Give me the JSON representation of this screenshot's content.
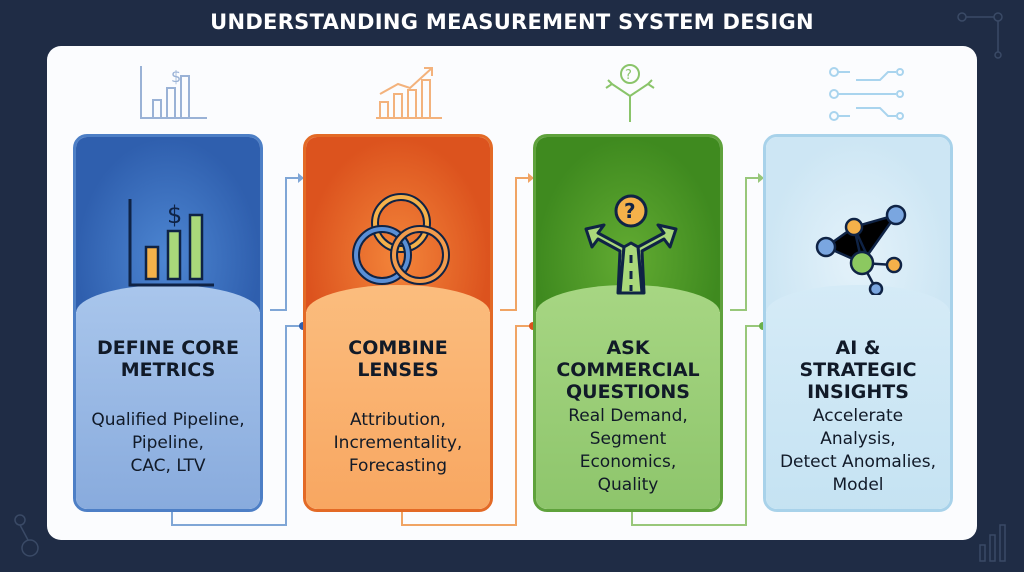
{
  "title": "UNDERSTANDING MEASUREMENT SYSTEM DESIGN",
  "cards": [
    {
      "heading": "DEFINE CORE METRICS",
      "heading_lines": [
        "DEFINE CORE",
        "METRICS"
      ],
      "desc_lines": [
        "Qualified Pipeline,",
        "Pipeline,",
        "CAC, LTV"
      ],
      "icon": "bar-chart-dollar-icon",
      "color": "#2f5fae"
    },
    {
      "heading": "COMBINE LENSES",
      "heading_lines": [
        "COMBINE",
        "LENSES"
      ],
      "desc_lines": [
        "Attribution,",
        "Incrementality,",
        "Forecasting"
      ],
      "icon": "interlocking-rings-icon",
      "color": "#dc531e"
    },
    {
      "heading": "ASK COMMERCIAL QUESTIONS",
      "heading_lines": [
        "ASK",
        "COMMERCIAL",
        "QUESTIONS"
      ],
      "desc_lines": [
        "Real Demand,",
        "Segment",
        "Economics,",
        "Quality"
      ],
      "icon": "crossroads-question-icon",
      "color": "#3f8a1f"
    },
    {
      "heading": "AI & STRATEGIC INSIGHTS",
      "heading_lines": [
        "AI &",
        "STRATEGIC",
        "INSIGHTS"
      ],
      "desc_lines": [
        "Accelerate",
        "Analysis,",
        "Detect Anomalies,",
        "Model"
      ],
      "icon": "network-nodes-icon",
      "color": "#cde6f4"
    }
  ]
}
